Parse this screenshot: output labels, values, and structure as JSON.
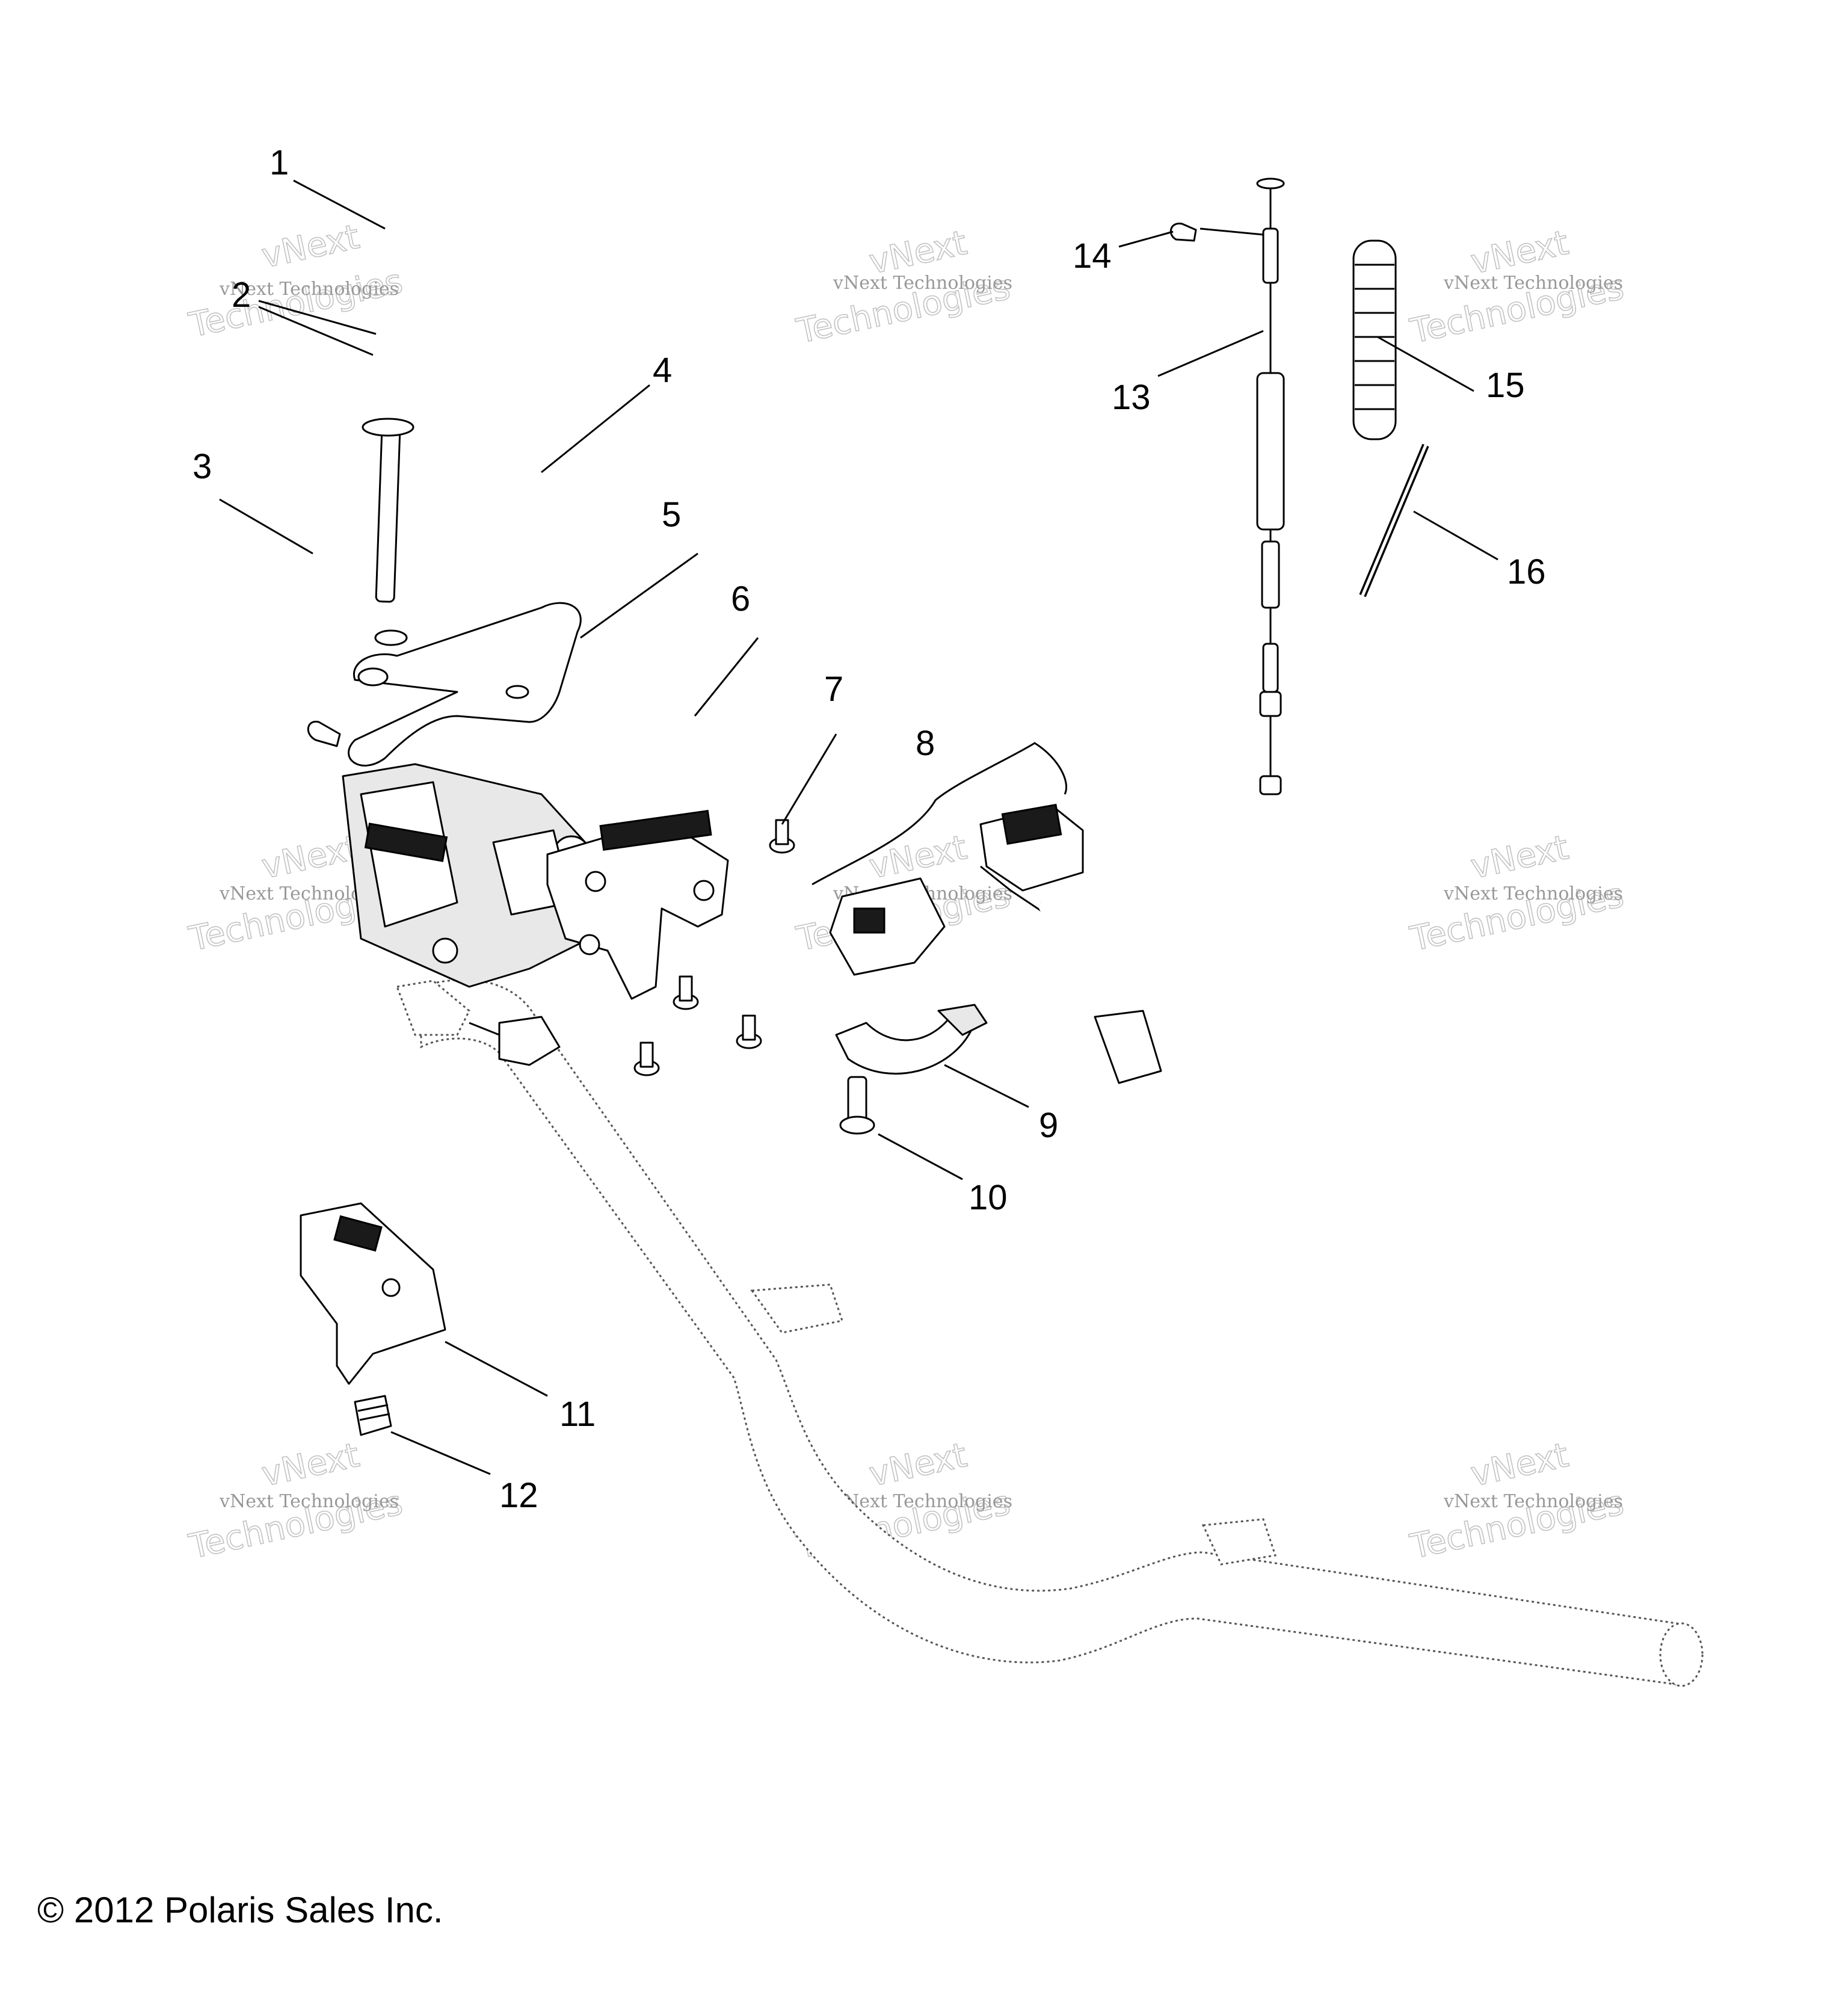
{
  "callouts": [
    "1",
    "2",
    "3",
    "4",
    "5",
    "6",
    "7",
    "8",
    "9",
    "10",
    "11",
    "12",
    "13",
    "14",
    "15",
    "16"
  ],
  "watermark": {
    "line1": "vNext Technologies",
    "line2": "Technologies",
    "line2_top": "vNext"
  },
  "copyright": "© 2012 Polaris Sales Inc."
}
